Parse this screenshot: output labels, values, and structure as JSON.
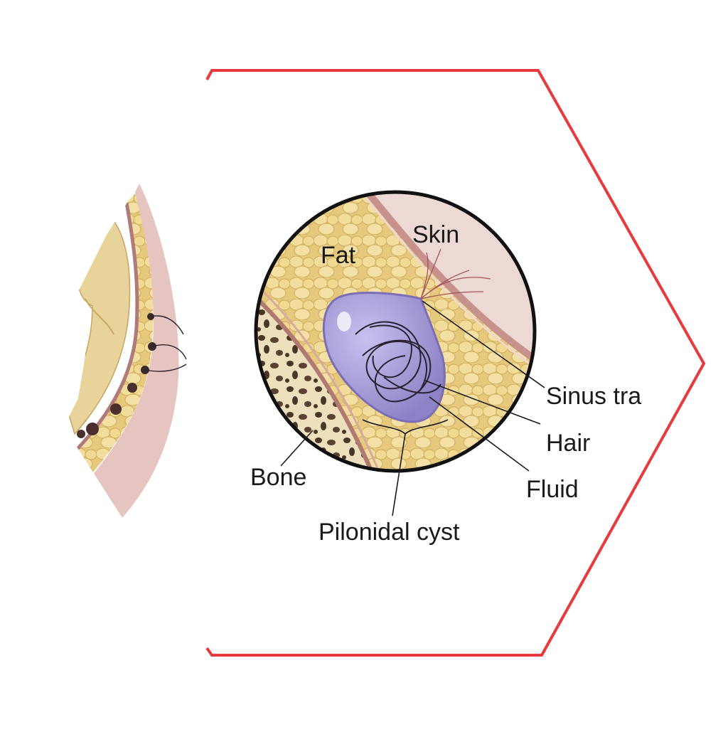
{
  "colors": {
    "frame": "#e8393c",
    "skin": "#e9c8c4",
    "fat": "#e9cf86",
    "fat_cell": "#f2dc9a",
    "cyst": "#9e95d2",
    "bone": "#efe1c2",
    "bone_spot": "#4a3626",
    "hair": "#2a2230"
  },
  "icons": {
    "side_view": "sacral-cross-section-illustration",
    "magnified_view": "magnified-tissue-circle"
  },
  "labels": {
    "skin": "Skin",
    "fat": "Fat",
    "sinus_tract": "Sinus tra",
    "hair": "Hair",
    "fluid": "Fluid",
    "bone": "Bone",
    "pilonidal_cyst": "Pilonidal cyst"
  }
}
